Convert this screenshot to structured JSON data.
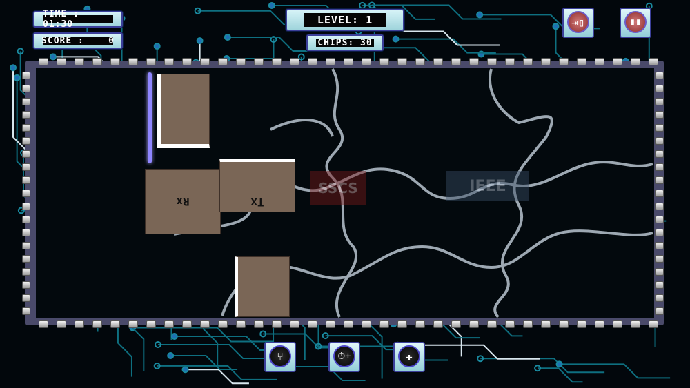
{
  "hud": {
    "time_label": "TIME : 01:30",
    "score_label": "SCORE :    0",
    "level_label": "LEVEL: 1",
    "chips_label": "CHIPS: 30"
  },
  "buttons": {
    "exit": "exit-door-icon",
    "pause": "pause-icon",
    "hint": "branch-icon",
    "add_time": "stopwatch-plus-icon",
    "puzzle": "puzzle-piece-icon"
  },
  "board": {
    "watermark_left": "SSCS",
    "watermark_right": "IEEE",
    "piece_rx": "Rx",
    "piece_tx": "Tx"
  },
  "colors": {
    "circuit": "#0e6f80",
    "frame": "#4a4a6a",
    "panel": "#bfe6ec"
  }
}
